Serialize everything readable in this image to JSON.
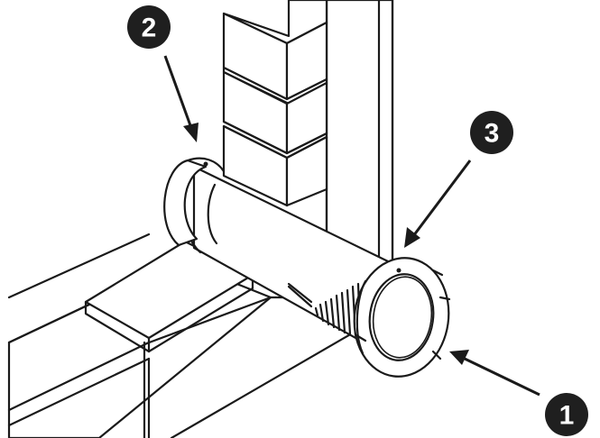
{
  "callouts": [
    {
      "label": "1"
    },
    {
      "label": "2"
    },
    {
      "label": "3"
    }
  ],
  "colors": {
    "line": "#1a1a1a",
    "callout_fill": "#1f1f1f",
    "background": "#ffffff"
  }
}
